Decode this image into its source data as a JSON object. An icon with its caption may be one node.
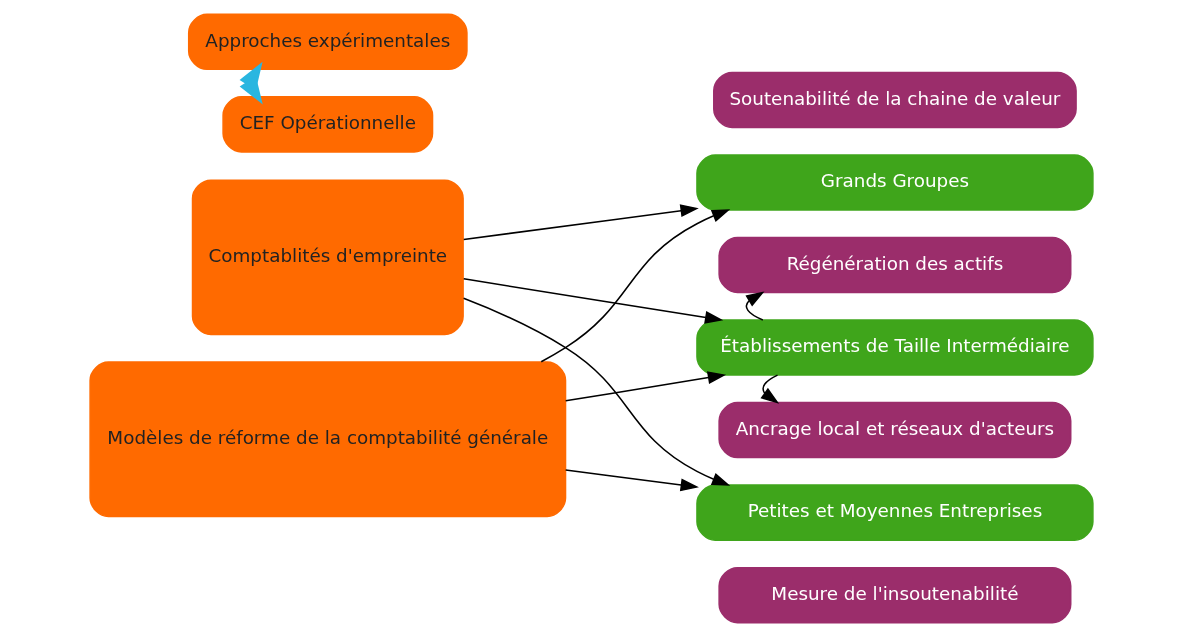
{
  "diagram": {
    "nodes": [
      {
        "text": [
          "Soutenabilité de la chaine de valeur"
        ]
      },
      {
        "text": [
          "Approches expérimentales"
        ]
      },
      {
        "text": [
          "Grands Groupes"
        ]
      },
      {
        "text": [
          "Régénération des actifs"
        ]
      },
      {
        "text": [
          "Comptablités d'empreinte"
        ]
      },
      {
        "text": [
          "Établissements de Taille Intermédiaire"
        ]
      },
      {
        "text": [
          "Modèles de réforme de la comptabilité générale"
        ]
      },
      {
        "text": [
          "Ancrage local et réseaux d'acteurs"
        ]
      },
      {
        "text": [
          "Petites et Moyennes Entreprises"
        ]
      },
      {
        "text": [
          "Mesure de l'insoutenabilité"
        ]
      },
      {
        "text": [
          "CEF Opérationnelle"
        ]
      }
    ],
    "edges": [
      {
        "from": 4,
        "to": 2,
        "arrow": "to"
      },
      {
        "from": 4,
        "to": 5,
        "arrow": "to"
      },
      {
        "from": 4,
        "to": 8,
        "arrow": "to"
      },
      {
        "from": 5,
        "to": 3,
        "arrow": "to"
      },
      {
        "from": 5,
        "to": 7,
        "arrow": "to"
      },
      {
        "from": 6,
        "to": 2,
        "arrow": "to"
      },
      {
        "from": 6,
        "to": 5,
        "arrow": "to"
      },
      {
        "from": 6,
        "to": 8,
        "arrow": "to"
      },
      {
        "from": 1,
        "to": 10,
        "arrow": "both",
        "style": "thick",
        "color": "#29b6e0"
      }
    ]
  }
}
